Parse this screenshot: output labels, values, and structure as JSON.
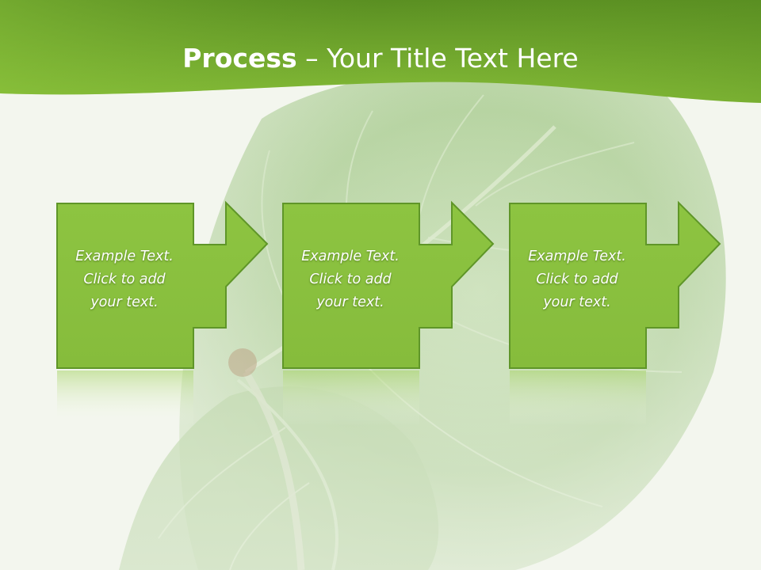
{
  "slide": {
    "title_bold": "Process",
    "title_rest": " – Your Title Text Here",
    "colors": {
      "header_dark": "#5a8f22",
      "header_light": "#8cc43c",
      "box_fill": "#8bc13f",
      "box_border": "#5f9628",
      "leaf": "#8cb870"
    }
  },
  "steps": [
    {
      "lines": [
        "Example Text.",
        "Click  to add",
        "your text."
      ]
    },
    {
      "lines": [
        "Example Text.",
        "Click  to add",
        "your text."
      ]
    },
    {
      "lines": [
        "Example Text.",
        "Click  to add",
        "your text."
      ]
    }
  ]
}
